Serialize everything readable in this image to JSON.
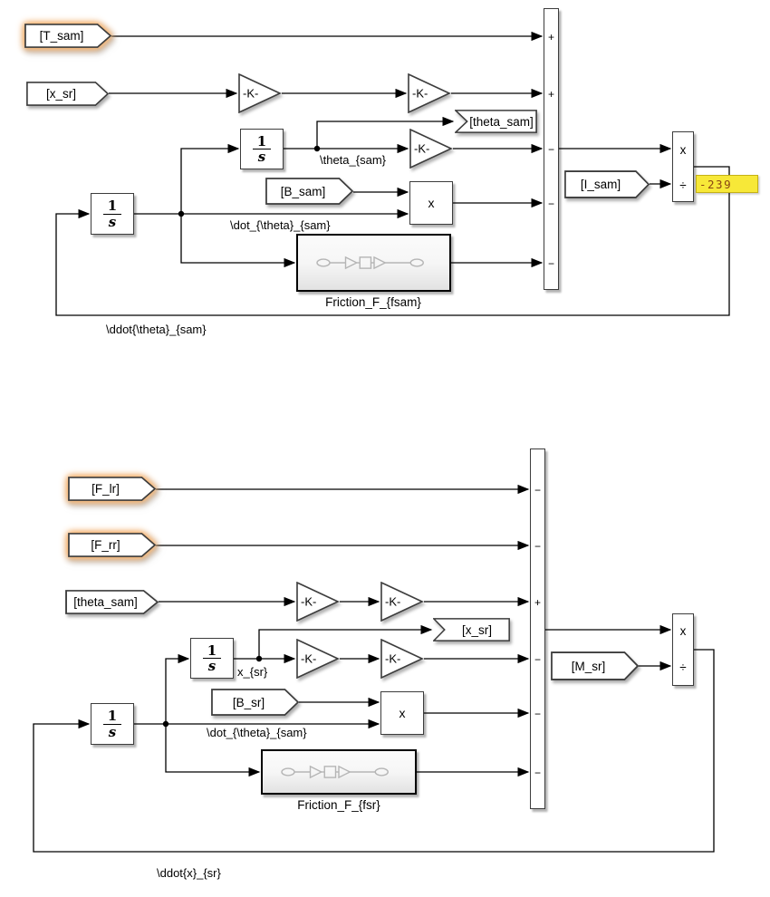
{
  "top": {
    "tags": {
      "t_sam": "[T_sam]",
      "x_sr": "[x_sr]",
      "theta_goto": "[theta_sam]",
      "b_sam": "[B_sam]",
      "i_sam": "[I_sam]"
    },
    "gain_label": "-K-",
    "integrator": {
      "num": "1",
      "den": "s"
    },
    "product_label": "x",
    "divide": {
      "mul": "x",
      "div": "÷"
    },
    "sum_signs": [
      "+",
      "+",
      "−",
      "−",
      "−"
    ],
    "friction_name": "Friction_F_{fsam}",
    "labels": {
      "theta": "\\theta_{sam}",
      "dtheta": "\\dot_{\\theta}_{sam}",
      "ddtheta": "\\ddot{\\theta}_{sam}"
    },
    "port_value": "-239"
  },
  "bottom": {
    "tags": {
      "f_lr": "[F_lr]",
      "f_rr": "[F_rr]",
      "theta_sam": "[theta_sam]",
      "x_sr_goto": "[x_sr]",
      "b_sr": "[B_sr]",
      "m_sr": "[M_sr]"
    },
    "gain_label": "-K-",
    "integrator": {
      "num": "1",
      "den": "s"
    },
    "product_label": "x",
    "divide": {
      "mul": "x",
      "div": "÷"
    },
    "sum_signs": [
      "−",
      "−",
      "+",
      "−",
      "−",
      "−"
    ],
    "friction_name": "Friction_F_{fsr}",
    "labels": {
      "x_sr": "x_{sr}",
      "dtheta": "\\dot_{\\theta}_{sam}",
      "ddx": "\\ddot{x}_{sr}"
    }
  }
}
